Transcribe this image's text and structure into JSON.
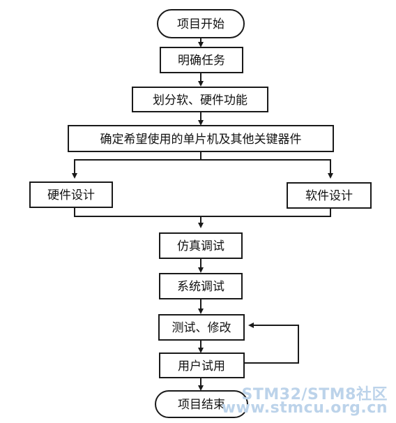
{
  "flowchart": {
    "start": "项目开始",
    "steps": [
      "明确任务",
      "划分软、硬件功能",
      "确定希望使用的单片机及其他关键器件"
    ],
    "branch_left": "硬件设计",
    "branch_right": "软件设计",
    "after_steps": [
      "仿真调试",
      "系统调试",
      "测试、修改",
      "用户试用"
    ],
    "end": "项目结束"
  },
  "watermark": {
    "line1": "STM32/STM8社区",
    "line2": "www.stmcu.org.cn"
  },
  "colors": {
    "stroke": "#1a1a1a",
    "watermark": "#bcd3ea"
  }
}
